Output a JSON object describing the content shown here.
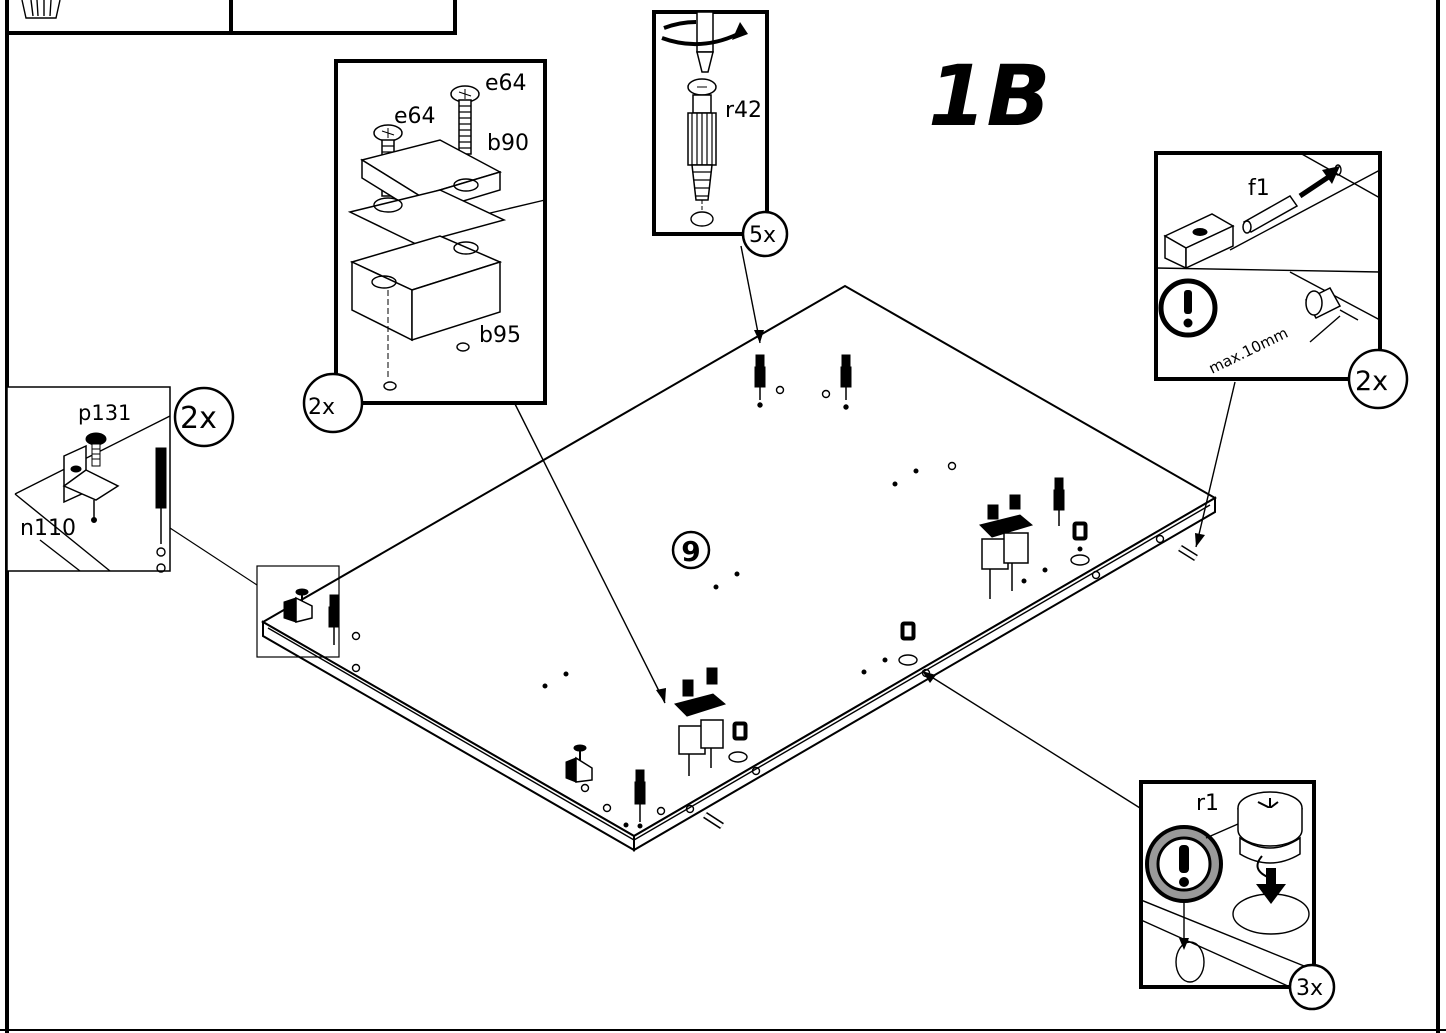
{
  "step_title": "1B",
  "board_number": "9",
  "callouts": {
    "mounting_plate": {
      "quantity": "2x",
      "labels": {
        "screw_left": "e64",
        "screw_right": "e64",
        "plate": "b90",
        "base": "b95"
      }
    },
    "cam_bolt": {
      "quantity": "5x",
      "labels": {
        "bolt": "r42"
      }
    },
    "dowel": {
      "quantity": "2x",
      "labels": {
        "dowel": "f1",
        "dimension": "max.10mm"
      },
      "warning_icon": "exclamation-icon"
    },
    "bracket": {
      "quantity": "2x",
      "labels": {
        "screw": "p131",
        "bracket": "n110"
      }
    },
    "cam_lock": {
      "quantity": "3x",
      "labels": {
        "cam": "r1"
      },
      "warning_icon": "exclamation-icon"
    }
  },
  "icons": {
    "top_left_tool": "bin-icon",
    "rotation": "rotate-arrow-icon",
    "insert_arrow": "arrow-icon",
    "press_down": "down-arrow-icon"
  },
  "colors": {
    "line": "#000000",
    "background": "#ffffff"
  }
}
